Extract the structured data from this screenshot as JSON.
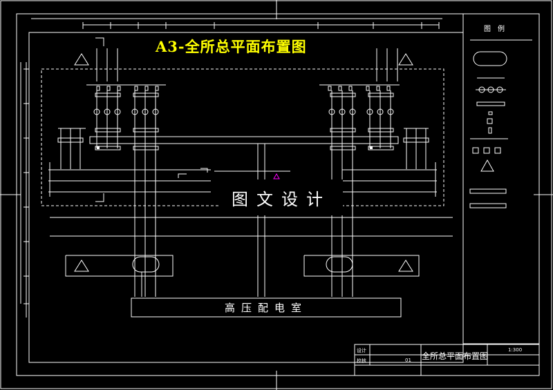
{
  "title": "A3-全所总平面布置图",
  "watermark": "图文设计",
  "building_label": "高压配电室",
  "legend": {
    "title": "图例"
  },
  "title_block": {
    "drawing_name": "全所总平面布置图",
    "design_label": "设计",
    "check_label": "校核",
    "scale": "1:300",
    "sheet": "01"
  },
  "colors": {
    "background": "#000000",
    "lines": "#ffffff",
    "title": "#ffff00",
    "accent": "#ff00ff"
  }
}
